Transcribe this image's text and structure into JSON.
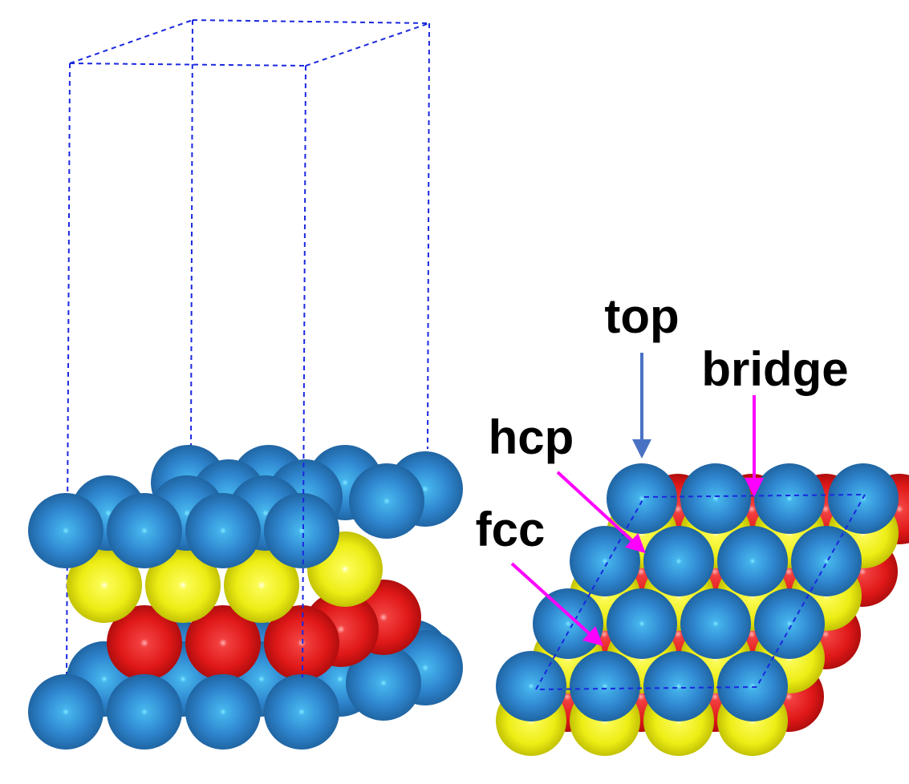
{
  "labels": {
    "top": "top",
    "bridge": "bridge",
    "hcp": "hcp",
    "fcc": "fcc"
  },
  "colors": {
    "atom_blue": "#2f80c8",
    "atom_yellow": "#f2f21a",
    "atom_red": "#e01818",
    "cell_dash": "#1a28e0",
    "arrow_top": "#4a72c4",
    "arrow_magenta": "#ff00ff"
  }
}
